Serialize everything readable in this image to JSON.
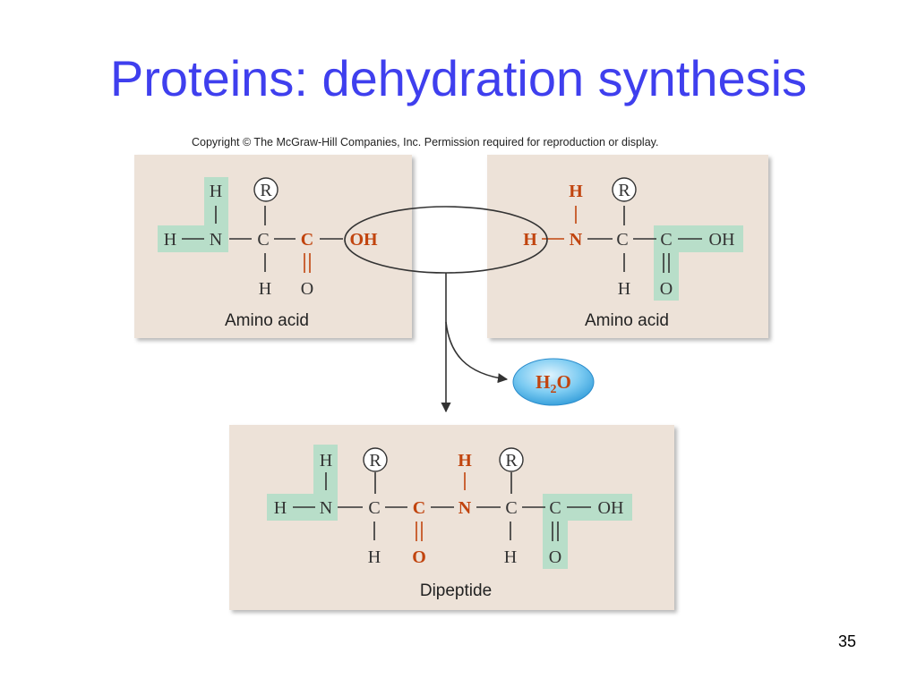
{
  "slide": {
    "title": "Proteins:  dehydration synthesis",
    "copyright": "Copyright © The McGraw-Hill Companies, Inc. Permission required for reproduction or display.",
    "page_number": "35"
  },
  "colors": {
    "title": "#3f3fee",
    "panel": "#ede2d8",
    "highlight_green": "#b8dec9",
    "reactive_red": "#c1440e",
    "water_blue": "#4fb3ea"
  },
  "amino_acid_left": {
    "caption": "Amino acid",
    "atoms": {
      "h_top": "H",
      "r_group": "R",
      "h_left": "H",
      "n": "N",
      "c_alpha": "C",
      "c_carbonyl": "C",
      "oh": "OH",
      "h_bottom": "H",
      "o": "O"
    }
  },
  "amino_acid_right": {
    "caption": "Amino acid",
    "atoms": {
      "h_top": "H",
      "r_group": "R",
      "h_left": "H",
      "n": "N",
      "c_alpha": "C",
      "c_carbonyl": "C",
      "oh": "OH",
      "h_bottom": "H",
      "o": "O"
    }
  },
  "water": {
    "h": "H",
    "sub": "2",
    "o": "O"
  },
  "dipeptide": {
    "caption": "Dipeptide",
    "atoms": {
      "h_top": "H",
      "r1": "R",
      "h_amide": "H",
      "r2": "R",
      "h_left": "H",
      "n1": "N",
      "c_alpha1": "C",
      "c_carbonyl": "C",
      "n2": "N",
      "c_alpha2": "C",
      "c_carboxyl": "C",
      "oh": "OH",
      "h_bottom1": "H",
      "o1": "O",
      "h_bottom2": "H",
      "o2": "O"
    }
  }
}
